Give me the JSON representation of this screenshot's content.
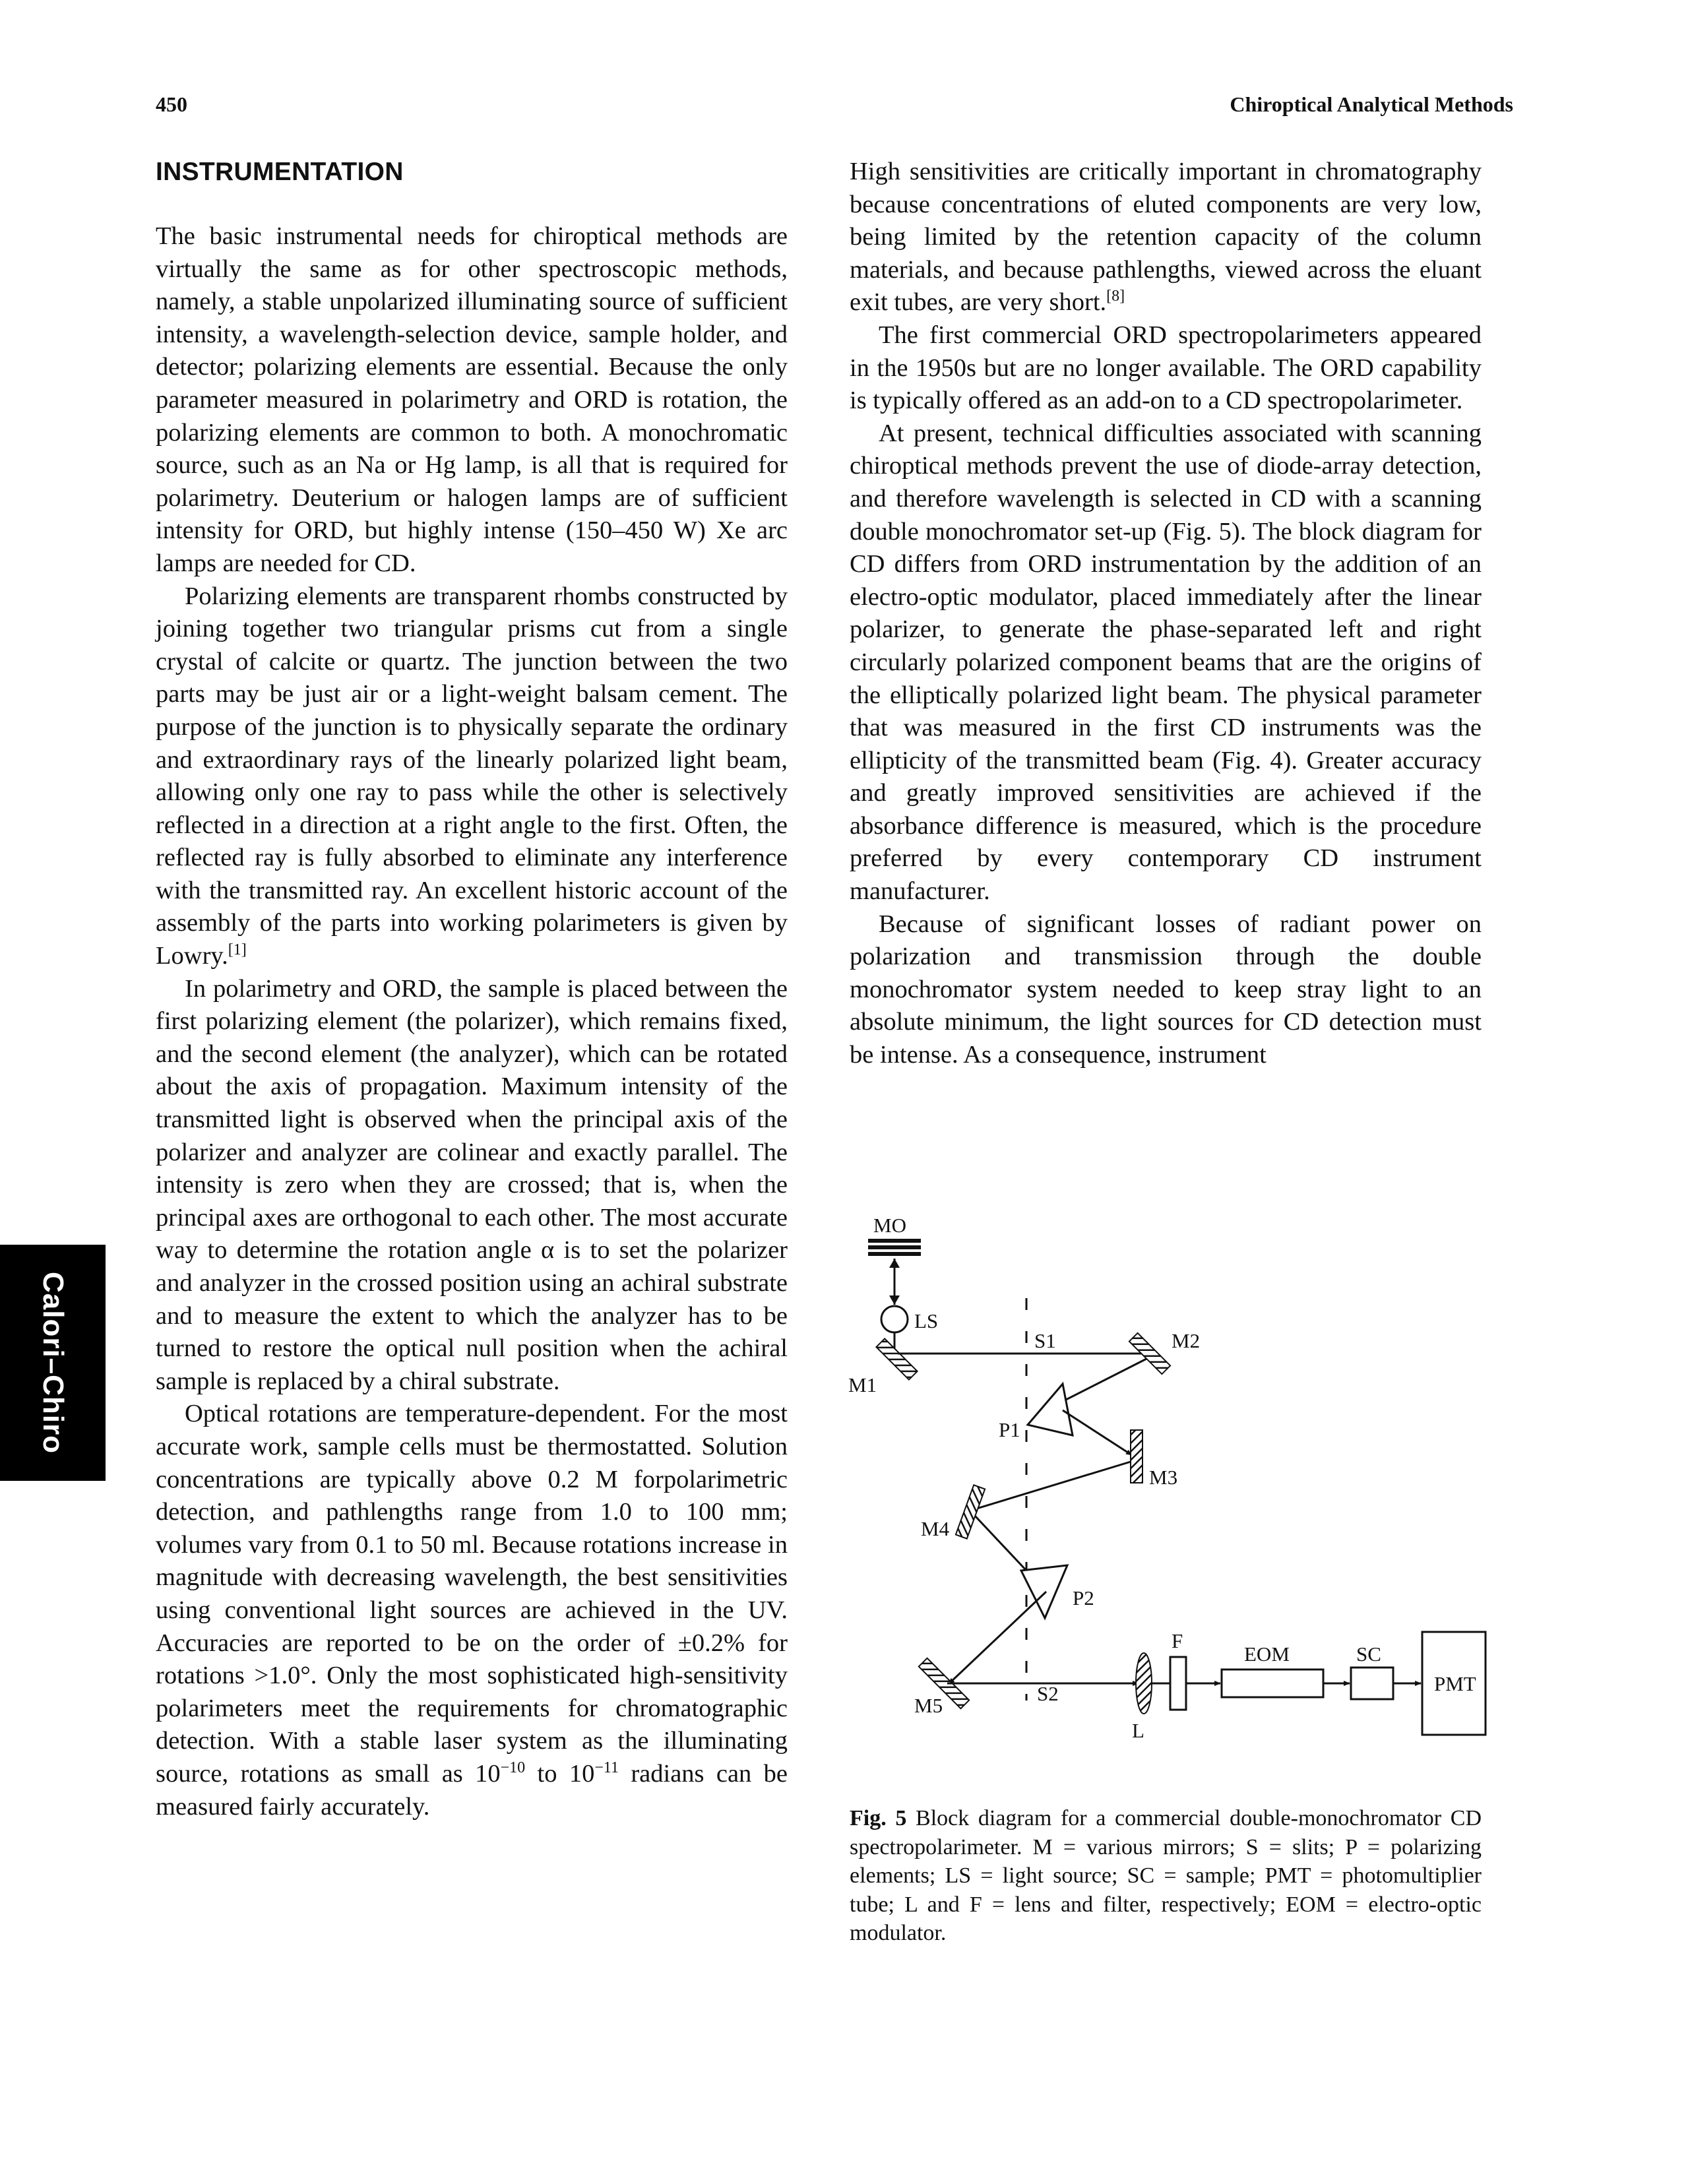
{
  "header": {
    "page_number": "450",
    "running_head": "Chiroptical Analytical Methods"
  },
  "side_tab": {
    "label": "Calori–Chiro"
  },
  "section": {
    "heading": "INSTRUMENTATION"
  },
  "left_column": {
    "p1": "The basic instrumental needs for chiroptical methods are virtually the same as for other spectroscopic methods, namely, a stable unpolarized illuminating source of sufficient intensity, a wavelength-selection device, sample holder, and detector; polarizing elements are essential. Because the only parameter measured in polarimetry and ORD is rotation, the polarizing elements are common to both. A monochromatic source, such as an Na or Hg lamp, is all that is required for polarimetry. Deuterium or halogen lamps are of sufficient intensity for ORD, but highly intense (150–450 W) Xe arc lamps are needed for CD.",
    "p2": "Polarizing elements are transparent rhombs constructed by joining together two triangular prisms cut from a single crystal of calcite or quartz. The junction between the two parts may be just air or a light-weight balsam cement. The purpose of the junction is to physically separate the ordinary and extraordinary rays of the linearly polarized light beam, allowing only one ray to pass while the other is selectively reflected in a direction at a right angle to the first. Often, the reflected ray is fully absorbed to eliminate any interference with the transmitted ray. An excellent historic account of the assembly of the parts into working polarimeters is given by Lowry.",
    "p2_ref": "[1]",
    "p3": "In polarimetry and ORD, the sample is placed between the first polarizing element (the polarizer), which remains fixed, and the second element (the analyzer), which can be rotated about the axis of propagation. Maximum intensity of the transmitted light is observed when the principal axis of the polarizer and analyzer are colinear and exactly parallel. The intensity is zero when they are crossed; that is, when the principal axes are orthogonal to each other. The most accurate way to determine the rotation angle α is to set the polarizer and analyzer in the crossed position using an achiral substrate and to measure the extent to which the analyzer has to be turned to restore the optical null position when the achiral sample is replaced by a chiral substrate.",
    "p4_a": "Optical rotations are temperature-dependent. For the most accurate work, sample cells must be thermostatted. Solution concentrations are typically above 0.2 M forpolarimetric detection, and pathlengths range from 1.0 to 100 mm; volumes vary from 0.1 to 50 ml. Because rotations increase in magnitude with decreasing wavelength, the best sensitivities using conventional light sources are achieved in the UV. Accuracies are reported to be on the order of ±0.2% for rotations >1.0°. Only the most sophisticated high-sensitivity polarimeters meet the requirements for chromatographic detection. With a stable laser system as the illuminating source, rotations as small as 10",
    "p4_exp1": "−10",
    "p4_b": " to 10",
    "p4_exp2": "−11",
    "p4_c": " radians can be measured fairly accurately."
  },
  "right_column": {
    "p1": "High sensitivities are critically important in chromatography because concentrations of eluted components are very low, being limited by the retention capacity of the column materials, and because pathlengths, viewed across the eluant exit tubes, are very short.",
    "p1_ref": "[8]",
    "p2": "The first commercial ORD spectropolarimeters appeared in the 1950s but are no longer available. The ORD capability is typically offered as an add-on to a CD spectropolarimeter.",
    "p3": "At present, technical difficulties associated with scanning chiroptical methods prevent the use of diode-array detection, and therefore wavelength is selected in CD with a scanning double monochromator set-up (Fig. 5). The block diagram for CD differs from ORD instrumentation by the addition of an electro-optic modulator, placed immediately after the linear polarizer, to generate the phase-separated left and right circularly polarized component beams that are the origins of the elliptically polarized light beam. The physical parameter that was measured in the first CD instruments was the ellipticity of the transmitted beam (Fig. 4). Greater accuracy and greatly improved sensitivities are achieved if the absorbance difference is measured, which is the procedure preferred by every contemporary CD instrument manufacturer.",
    "p4": "Because of significant losses of radiant power on polarization and transmission through the double monochromator system needed to keep stray light to an absolute minimum, the light sources for CD detection must be intense. As a consequence, instrument"
  },
  "figure": {
    "labels": {
      "mo": "MO",
      "ls": "LS",
      "s1": "S1",
      "m2": "M2",
      "m1": "M1",
      "p1": "P1",
      "m3": "M3",
      "m4": "M4",
      "p2": "P2",
      "f": "F",
      "eom": "EOM",
      "sc": "SC",
      "pmt": "PMT",
      "m5": "M5",
      "s2": "S2",
      "l": "L"
    },
    "caption_label": "Fig. 5",
    "caption_text": "Block diagram for a commercial double-monochromator CD spectropolarimeter. M = various mirrors; S = slits; P = polarizing elements; LS = light source; SC = sample; PMT = photomultiplier tube; L and F = lens and filter, respectively; EOM = electro-optic modulator."
  }
}
